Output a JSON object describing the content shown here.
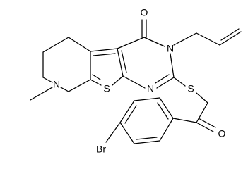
{
  "atoms": {
    "O_carbonyl_top": "O",
    "N_allyl": "N",
    "N_pyrimidine": "N",
    "S_thiophene": "S",
    "S_thioether": "S",
    "N_piperidine": "N",
    "O_ketone": "O",
    "Br": "Br"
  },
  "colors": {
    "bond": "#000000",
    "label": "#000000",
    "background": "#ffffff"
  }
}
